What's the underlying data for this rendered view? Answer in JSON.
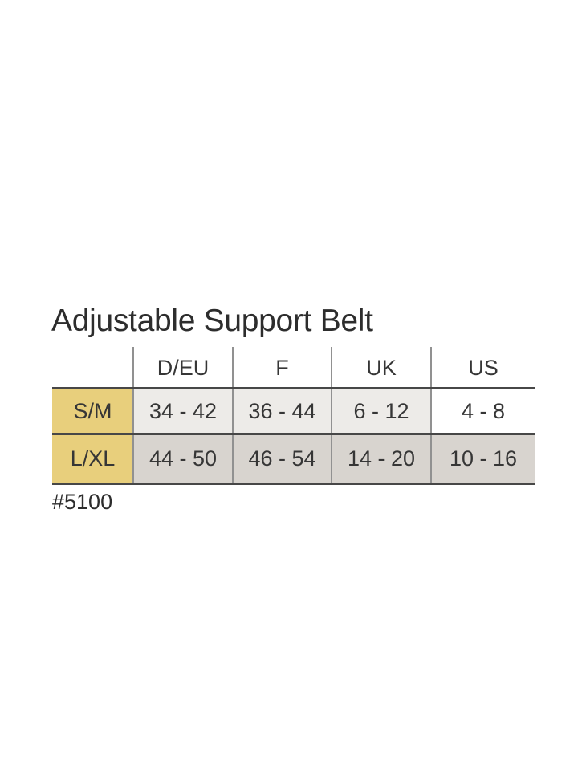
{
  "page": {
    "title": "Adjustable Support Belt",
    "product_code": "#5100"
  },
  "chart_data": {
    "type": "table",
    "title": "Adjustable Support Belt",
    "columns": [
      "D/EU",
      "F",
      "UK",
      "US"
    ],
    "rows": [
      {
        "label": "S/M",
        "values": [
          "34 - 42",
          "36 - 44",
          "6 - 12",
          "4 - 8"
        ]
      },
      {
        "label": "L/XL",
        "values": [
          "44 - 50",
          "46 - 54",
          "14 - 20",
          "10 - 16"
        ]
      }
    ],
    "footnote": "#5100",
    "legend": "none",
    "layout_hints": {
      "header_background": "white",
      "row_label_column_highlighted": true,
      "grid": "heavy horizontal rules below header, between rows and at bottom; light vertical column dividers; no outer side borders"
    }
  },
  "colors": {
    "background": "#ffffff",
    "row_label_bg": "#e8cf7c",
    "sm_row_cell_bg": "#edebe8",
    "sm_row_last_cell_bg": "#ffffff",
    "lxl_row_cell_bg": "#d8d4cf",
    "heavy_line": "#474747",
    "column_divider_line": "#919191",
    "text": "#363636"
  }
}
